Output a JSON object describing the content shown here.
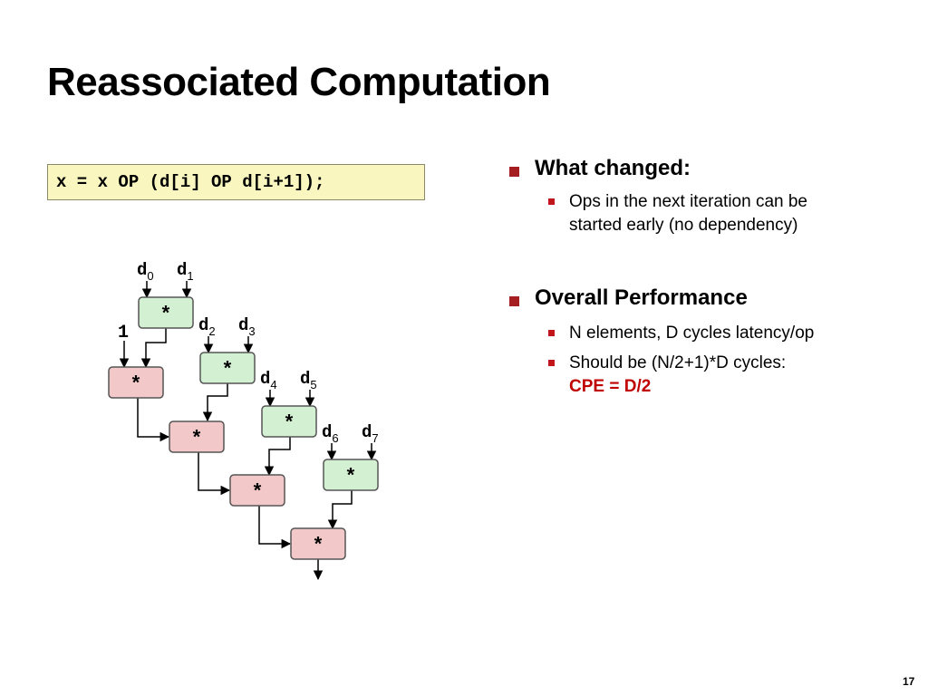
{
  "title": "Reassociated Computation",
  "code": "x = x OP (d[i] OP d[i+1]);",
  "diagram": {
    "inputs": [
      {
        "base": "d",
        "sub": "0"
      },
      {
        "base": "d",
        "sub": "1"
      },
      {
        "base": "d",
        "sub": "2"
      },
      {
        "base": "d",
        "sub": "3"
      },
      {
        "base": "d",
        "sub": "4"
      },
      {
        "base": "d",
        "sub": "5"
      },
      {
        "base": "d",
        "sub": "6"
      },
      {
        "base": "d",
        "sub": "7"
      }
    ],
    "initial": "1",
    "op_symbol": "*",
    "green_color": "#d3f0d3",
    "red_color": "#f2c8c8"
  },
  "bullets": [
    {
      "heading": "What changed:",
      "items": [
        {
          "lines": [
            "Ops in the next iteration can be",
            "started early (no dependency)"
          ]
        }
      ]
    },
    {
      "heading": "Overall Performance",
      "items": [
        {
          "lines": [
            "N elements, D cycles latency/op"
          ]
        },
        {
          "lines": [
            "Should be (N/2+1)*D cycles:"
          ],
          "highlight": "CPE = D/2"
        }
      ]
    }
  ],
  "page_number": "17"
}
